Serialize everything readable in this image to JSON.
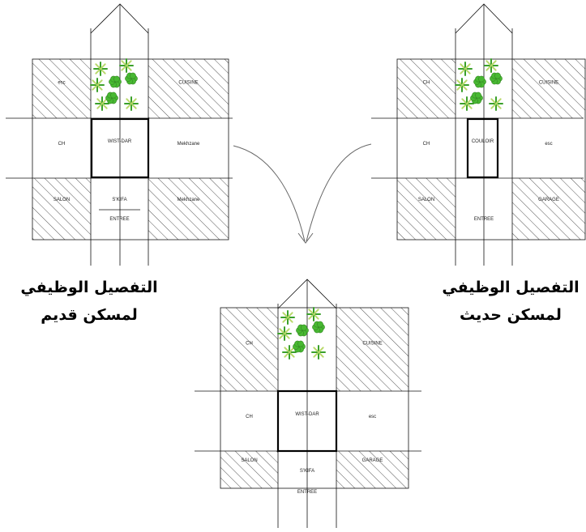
{
  "captions": {
    "old": {
      "line1": "التفصيل الوظيفي",
      "line2": "لمسكن قديم"
    },
    "new": {
      "line1": "التفصيل الوظيفي",
      "line2": "لمسكن حديث"
    }
  },
  "plans": {
    "old": {
      "cells": {
        "tl": "esc",
        "tc": "",
        "tr": "CUISINE",
        "ml": "CH",
        "mc": "WIST-DAR",
        "mr": "Mekhzane",
        "bl": "SALON",
        "bc": "S'KIFA",
        "bc2": "ENTREE",
        "br": "Mekhzane"
      },
      "hatched": [
        "tl",
        "tr",
        "bl",
        "br"
      ]
    },
    "new": {
      "cells": {
        "tl": "CH",
        "tc": "",
        "tr": "CUISINE",
        "ml": "CH",
        "mc": "COULOIR",
        "mr": "esc",
        "bl": "SALON",
        "bc": "ENTREE",
        "bc2": "",
        "br": "GARAGE"
      },
      "hatched": [
        "tl",
        "tr",
        "bl",
        "br"
      ]
    },
    "combined": {
      "cells": {
        "tl": "CH",
        "tc": "",
        "tr": "CUISINE",
        "ml": "CH",
        "mc": "WIST-DAR",
        "mr": "esc",
        "bl": "SALON",
        "bc": "S'KIFA",
        "bc2": "ENTREE",
        "br": "GARAGE"
      },
      "hatched": [
        "tl",
        "tr",
        "bl",
        "br"
      ]
    }
  },
  "colors": {
    "line": "#111111",
    "hatch": "#333333",
    "leaf_light": "#b9d96b",
    "leaf_dark": "#3aa02a",
    "bush": "#48b832"
  }
}
